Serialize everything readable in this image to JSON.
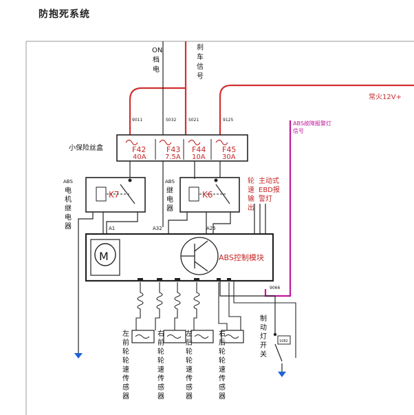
{
  "title": "防抱死系统",
  "top_labels": {
    "on_power": [
      "ON",
      "档",
      "电"
    ],
    "brake_signal": [
      "刹",
      "车",
      "信",
      "号"
    ]
  },
  "battery": "常火12V+",
  "abs_warning": [
    "ABS故障报警灯",
    "信号"
  ],
  "wire_ids": {
    "w1": "9011",
    "w2": "S032",
    "w3": "S021",
    "w4": "9125",
    "a1": "A1",
    "a32": "A32",
    "a25": "A25",
    "w9066": "9066",
    "w1082": "1082"
  },
  "fuse_box_label": "小保险丝盒",
  "fuses": [
    {
      "id": "F42",
      "rating": "40A"
    },
    {
      "id": "F43",
      "rating": "7.5A"
    },
    {
      "id": "F44",
      "rating": "10A"
    },
    {
      "id": "F45",
      "rating": "30A"
    }
  ],
  "relays": {
    "k7": "K7",
    "k6": "K6",
    "motor_relay_label": [
      "ABS",
      "电",
      "机",
      "继",
      "电",
      "器"
    ],
    "abs_relay_label": [
      "ABS",
      "继",
      "电",
      "器"
    ]
  },
  "module_label": "ABS控制模块",
  "motor": "M",
  "wheel_speed_out": [
    "轮",
    "速",
    "输",
    "出"
  ],
  "ebd_warning": [
    "主动式",
    "EBD报",
    "警灯"
  ],
  "brake_switch": [
    "制",
    "动",
    "灯",
    "开",
    "关"
  ],
  "sensors": [
    [
      "左",
      "前",
      "轮",
      "轮",
      "速",
      "传",
      "感",
      "器"
    ],
    [
      "右",
      "前",
      "轮",
      "轮",
      "速",
      "传",
      "感",
      "器"
    ],
    [
      "左",
      "后",
      "轮",
      "轮",
      "速",
      "传",
      "感",
      "器"
    ],
    [
      "右",
      "后",
      "轮",
      "轮",
      "速",
      "传",
      "感",
      "器"
    ]
  ],
  "colors": {
    "power": "#d32f2f",
    "signal": "#c0169b",
    "wire": "#222222",
    "ground": "#1e63d6"
  }
}
